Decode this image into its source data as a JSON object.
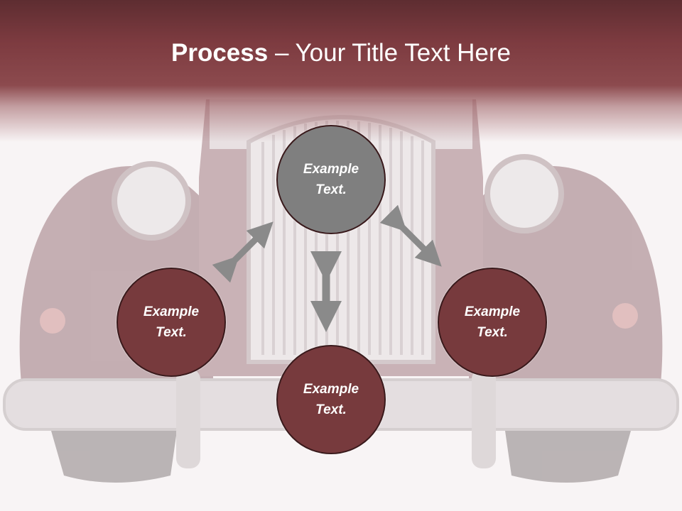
{
  "title": {
    "bold": "Process",
    "rest": " – Your Title Text Here"
  },
  "nodes": {
    "top": {
      "line1": "Example",
      "line2": "Text."
    },
    "left": {
      "line1": "Example",
      "line2": "Text."
    },
    "right": {
      "line1": "Example",
      "line2": "Text."
    },
    "bottom": {
      "line1": "Example",
      "line2": "Text."
    }
  },
  "colors": {
    "header": "#7d3b40",
    "node_primary": "#773a3d",
    "node_top": "#7f7f7f",
    "arrow": "#8a8a8a"
  },
  "icons": [
    "double-arrow-icon"
  ]
}
